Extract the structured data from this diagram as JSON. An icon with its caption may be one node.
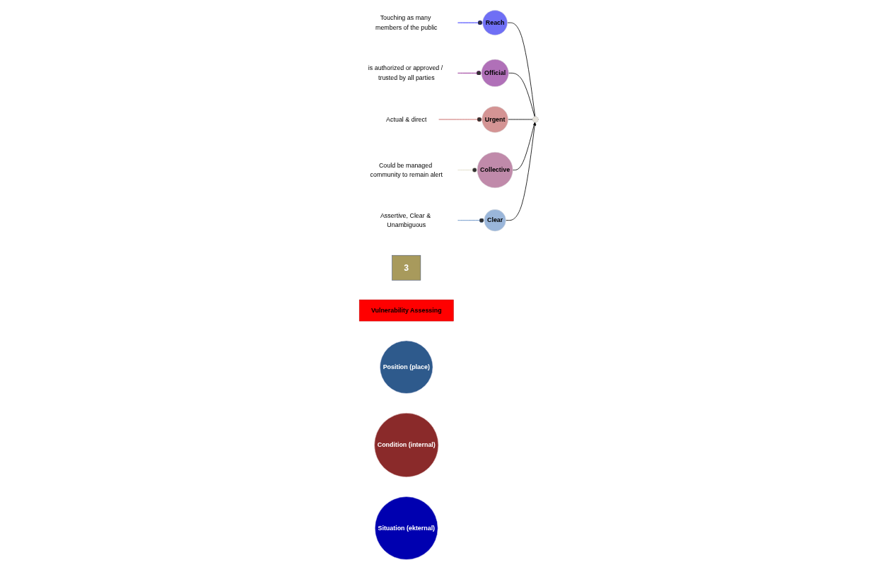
{
  "diagram": {
    "nodes": [
      {
        "text": [],
        "shape": "circle"
      },
      {
        "text": [
          "Reach"
        ]
      },
      {
        "text": [
          "Official"
        ]
      },
      {
        "text": [
          "Urgent"
        ]
      },
      {
        "text": [
          "Collective"
        ]
      },
      {
        "text": [
          "Clear"
        ]
      },
      {
        "text": [
          "Touching as many members of the public"
        ]
      },
      {
        "text": [
          "is authorized or approved / trusted by all parties"
        ]
      },
      {
        "text": [
          "Actual & direct"
        ]
      },
      {
        "text": [
          "Could be managed community to remain alert"
        ]
      },
      {
        "text": [
          "Assertive, Clear & Unambiguous"
        ]
      },
      {
        "text": [
          "3"
        ]
      },
      {
        "text": [
          "Vulnerability Assessing"
        ]
      },
      {
        "text": [
          "Position (place)"
        ]
      },
      {
        "text": [
          "Condition (internal)"
        ]
      },
      {
        "text": [
          "Situation (ekternal)"
        ]
      }
    ],
    "edges": [
      {
        "from": 1,
        "to": 0,
        "arrow": "none"
      },
      {
        "from": 2,
        "to": 0,
        "arrow": "none"
      },
      {
        "from": 3,
        "to": 0,
        "arrow": "none"
      },
      {
        "from": 4,
        "to": 0,
        "arrow": "none"
      },
      {
        "from": 5,
        "to": 0,
        "arrow": "to"
      },
      {
        "from": 6,
        "to": 1,
        "arrow": "other",
        "color": "#0000ff"
      },
      {
        "from": 7,
        "to": 2,
        "arrow": "other",
        "color": "#800080"
      },
      {
        "from": 8,
        "to": 3,
        "arrow": "other",
        "color": "#c0504d"
      },
      {
        "from": 9,
        "to": 4,
        "arrow": "other",
        "color": "#ddd9c3"
      },
      {
        "from": 10,
        "to": 5,
        "arrow": "other",
        "color": "#4f81bd"
      }
    ]
  }
}
